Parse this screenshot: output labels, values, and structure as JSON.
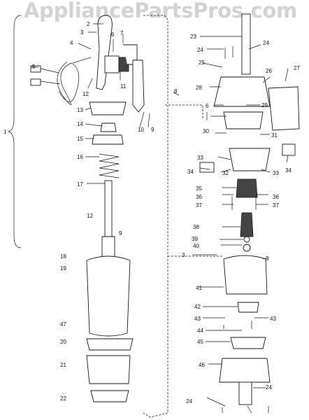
{
  "watermark": "AppliancePartsPros.com",
  "assembly_bracket_label": "1",
  "callouts": [
    "2",
    "3",
    "4",
    "5",
    "6",
    "7",
    "11",
    "12",
    "13",
    "14",
    "15",
    "16",
    "17",
    "12",
    "9",
    "18",
    "19",
    "47",
    "20",
    "21",
    "22",
    "8",
    "10",
    "9",
    "23",
    "24",
    "24",
    "25",
    "26",
    "27",
    "28",
    "6",
    "29",
    "30",
    "31",
    "33",
    "34",
    "32",
    "33",
    "34",
    "35",
    "36",
    "36",
    "37",
    "37",
    "38",
    "39",
    "40",
    "3",
    "3",
    "41",
    "42",
    "43",
    "43",
    "44",
    "45",
    "46",
    "24",
    "24"
  ]
}
